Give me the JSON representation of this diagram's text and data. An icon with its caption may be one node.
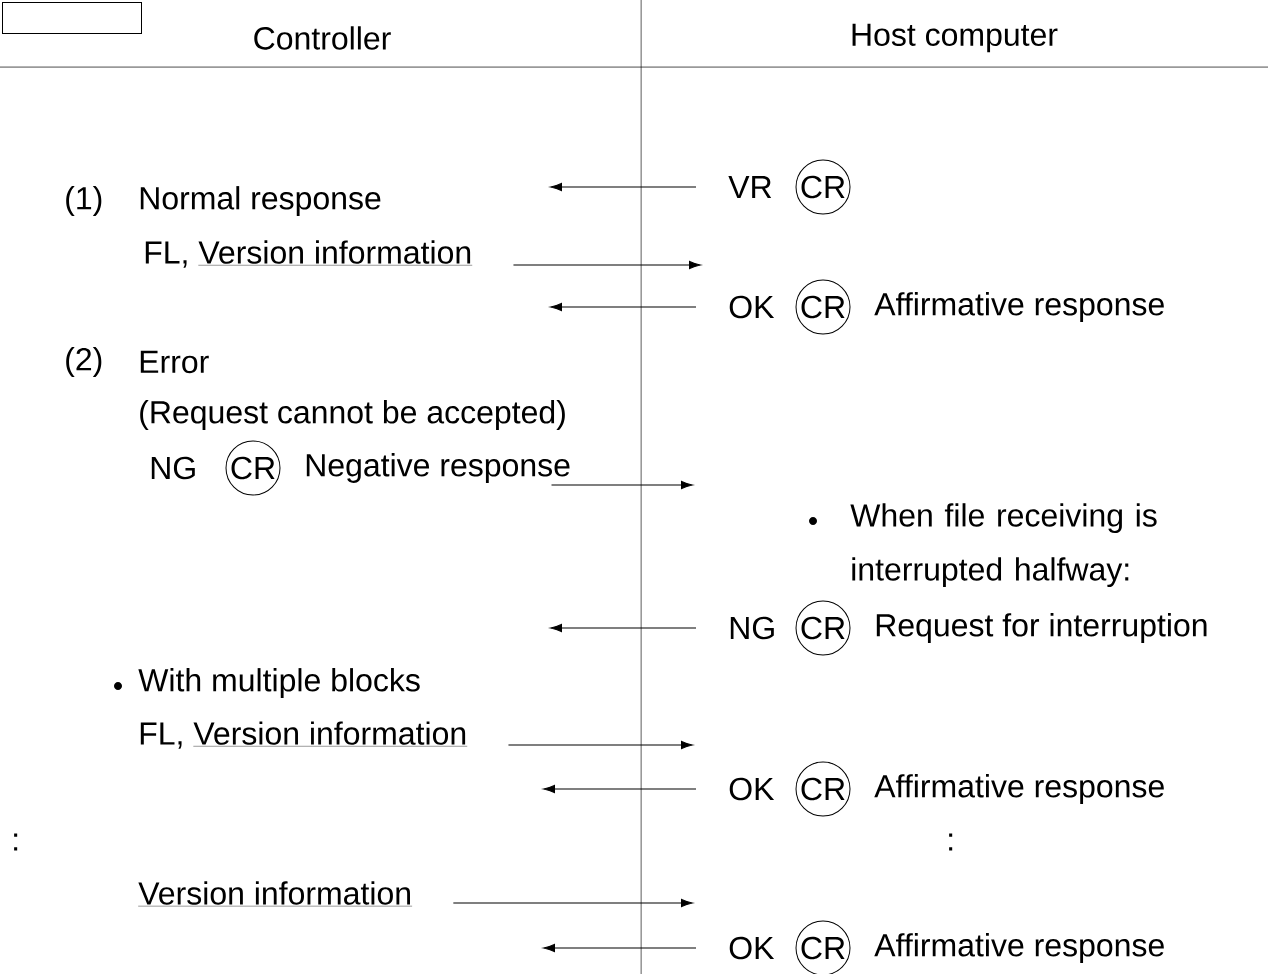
{
  "diagram": {
    "nodes": [
      {
        "text": [],
        "shape": "box"
      },
      {
        "text": [
          "VR"
        ]
      },
      {
        "text": [
          "CR"
        ]
      },
      {
        "text": [
          "FL,",
          "Version information"
        ]
      },
      {
        "text": [
          "OK"
        ]
      },
      {
        "text": [
          "CR"
        ],
        "beside": [
          "Affirmative response"
        ]
      },
      {
        "text": [
          "NG"
        ]
      },
      {
        "text": [
          "CR"
        ],
        "beside": [
          "Negative response"
        ]
      },
      {
        "text": [
          "NG"
        ]
      },
      {
        "text": [
          "CR"
        ],
        "beside": [
          "Request for interruption"
        ]
      },
      {
        "text": [
          "FL,",
          "Version information"
        ]
      },
      {
        "text": [
          "OK"
        ]
      },
      {
        "text": [
          "CR"
        ],
        "beside": [
          "Affirmative response"
        ]
      },
      {
        "text": [
          "Version information"
        ]
      },
      {
        "text": [
          "OK"
        ]
      },
      {
        "text": [
          "CR"
        ],
        "beside": [
          "Affirmative response"
        ]
      }
    ],
    "edges": [
      {
        "from": 1,
        "to": null,
        "arrow": "to"
      },
      {
        "from": 3,
        "to": null,
        "arrow": "to"
      },
      {
        "from": 4,
        "to": null,
        "arrow": "to"
      },
      {
        "from": 7,
        "to": null,
        "arrow": "to"
      },
      {
        "from": 8,
        "to": null,
        "arrow": "to"
      },
      {
        "from": 10,
        "to": null,
        "arrow": "to"
      },
      {
        "from": 11,
        "to": null,
        "arrow": "to"
      },
      {
        "from": 13,
        "to": null,
        "arrow": "to"
      },
      {
        "from": 14,
        "to": null,
        "arrow": "to"
      }
    ],
    "labels": [
      "Controller",
      "Host computer",
      "(1)",
      "Normal response",
      "(2)",
      "Error",
      "(Request cannot be accepted)",
      "When file receiving is interrupted halfway:",
      "With multiple blocks",
      ":",
      ":"
    ]
  }
}
